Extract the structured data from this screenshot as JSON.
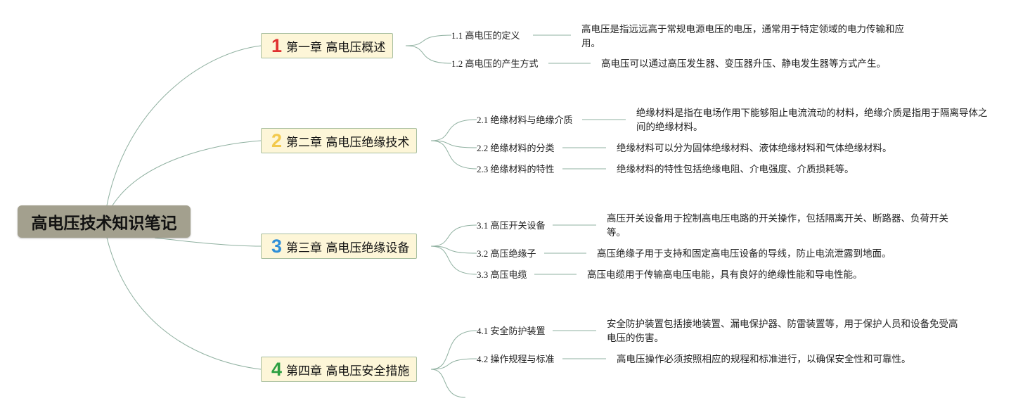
{
  "title": "高电压技术知识笔记",
  "colors": {
    "line": "#8fb0a0",
    "root_bg": "#a3a08e",
    "chapter_bg": "#fdf6d8",
    "chapter_border": "#a8bfa0",
    "num1": "#e03131",
    "num2": "#f2c94c",
    "num3": "#2f8fd8",
    "num4": "#2ea043"
  },
  "chapters": [
    {
      "num": "1",
      "label": "第一章 高电压概述",
      "items": [
        {
          "label": "1.1 高电压的定义",
          "desc": "高电压是指远远高于常规电源电压的电压，通常用于特定领域的电力传输和应用。"
        },
        {
          "label": "1.2 高电压的产生方式",
          "desc": "高电压可以通过高压发生器、变压器升压、静电发生器等方式产生。"
        }
      ]
    },
    {
      "num": "2",
      "label": "第二章 高电压绝缘技术",
      "items": [
        {
          "label": "2.1 绝缘材料与绝缘介质",
          "desc": "绝缘材料是指在电场作用下能够阻止电流流动的材料，绝缘介质是指用于隔离导体之间的绝缘材料。"
        },
        {
          "label": "2.2 绝缘材料的分类",
          "desc": "绝缘材料可以分为固体绝缘材料、液体绝缘材料和气体绝缘材料。"
        },
        {
          "label": "2.3 绝缘材料的特性",
          "desc": "绝缘材料的特性包括绝缘电阻、介电强度、介质损耗等。"
        }
      ]
    },
    {
      "num": "3",
      "label": "第三章 高电压绝缘设备",
      "items": [
        {
          "label": "3.1 高压开关设备",
          "desc": "高压开关设备用于控制高电压电路的开关操作，包括隔离开关、断路器、负荷开关等。"
        },
        {
          "label": "3.2 高压绝缘子",
          "desc": "高压绝缘子用于支持和固定高电压设备的导线，防止电流泄露到地面。"
        },
        {
          "label": "3.3 高压电缆",
          "desc": "高压电缆用于传输高电压电能，具有良好的绝缘性能和导电性能。"
        }
      ]
    },
    {
      "num": "4",
      "label": "第四章 高电压安全措施",
      "items": [
        {
          "label": "4.1 安全防护装置",
          "desc": "安全防护装置包括接地装置、漏电保护器、防雷装置等，用于保护人员和设备免受高电压的伤害。"
        },
        {
          "label": "4.2 操作规程与标准",
          "desc": "高电压操作必须按照相应的规程和标准进行，以确保安全性和可靠性。"
        }
      ]
    }
  ]
}
